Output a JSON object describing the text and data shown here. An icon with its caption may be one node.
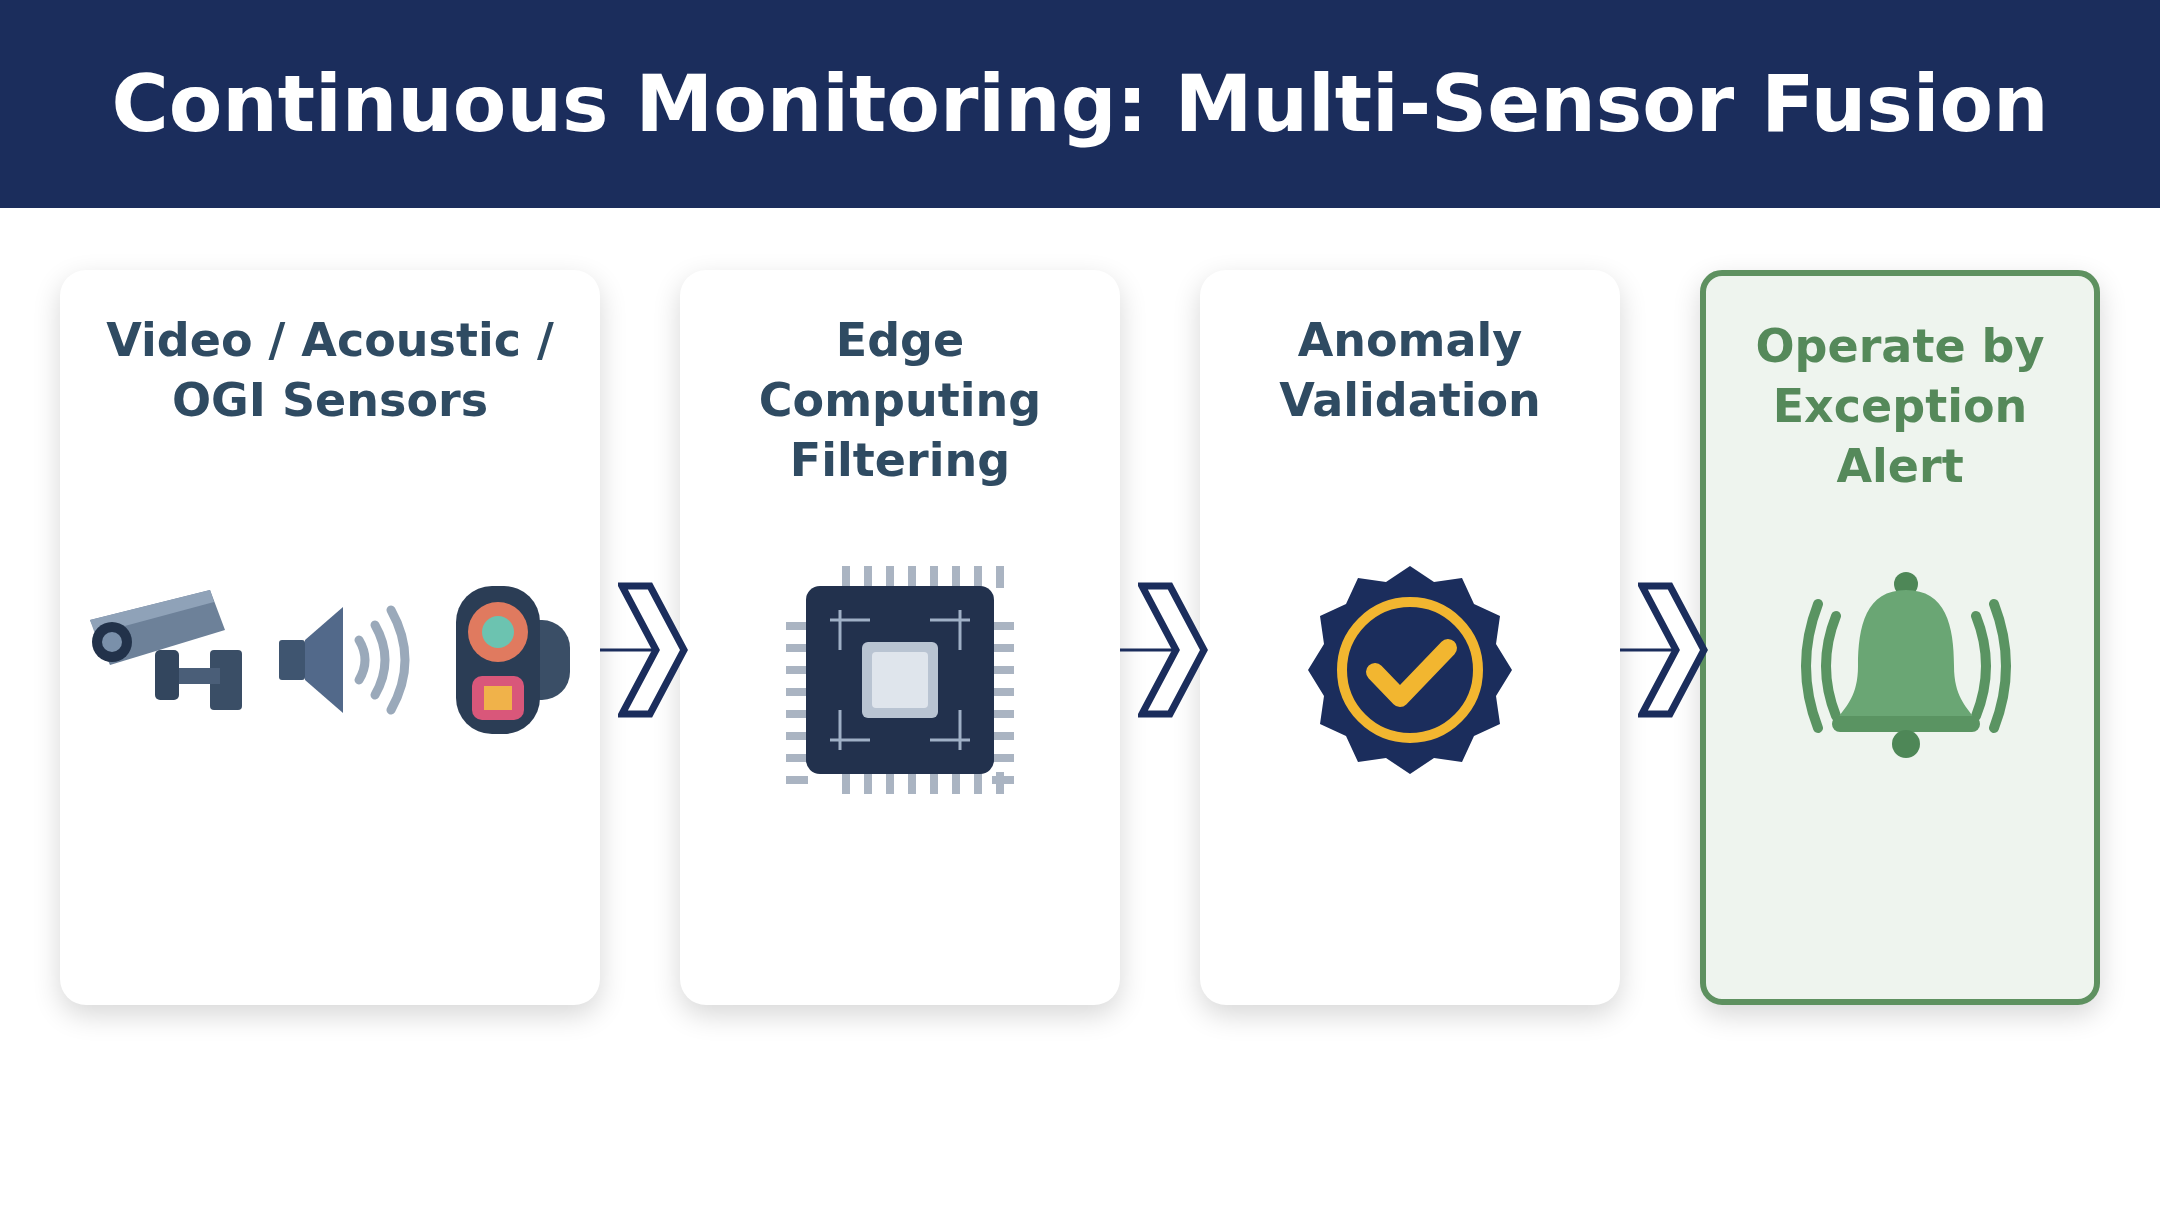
{
  "diagram": {
    "title": "Continuous Monitoring: Multi-Sensor Fusion",
    "nodes": [
      {
        "text": [
          "Video / Acoustic / OGI Sensors"
        ]
      },
      {
        "text": [
          "Edge Computing Filtering"
        ]
      },
      {
        "text": [
          "Anomaly Validation"
        ]
      },
      {
        "text": [
          "Operate by Exception Alert"
        ]
      }
    ],
    "edges": [
      {
        "from": 0,
        "to": 1,
        "arrow": "to"
      },
      {
        "from": 1,
        "to": 2,
        "arrow": "to"
      },
      {
        "from": 2,
        "to": 3,
        "arrow": "to"
      }
    ]
  }
}
